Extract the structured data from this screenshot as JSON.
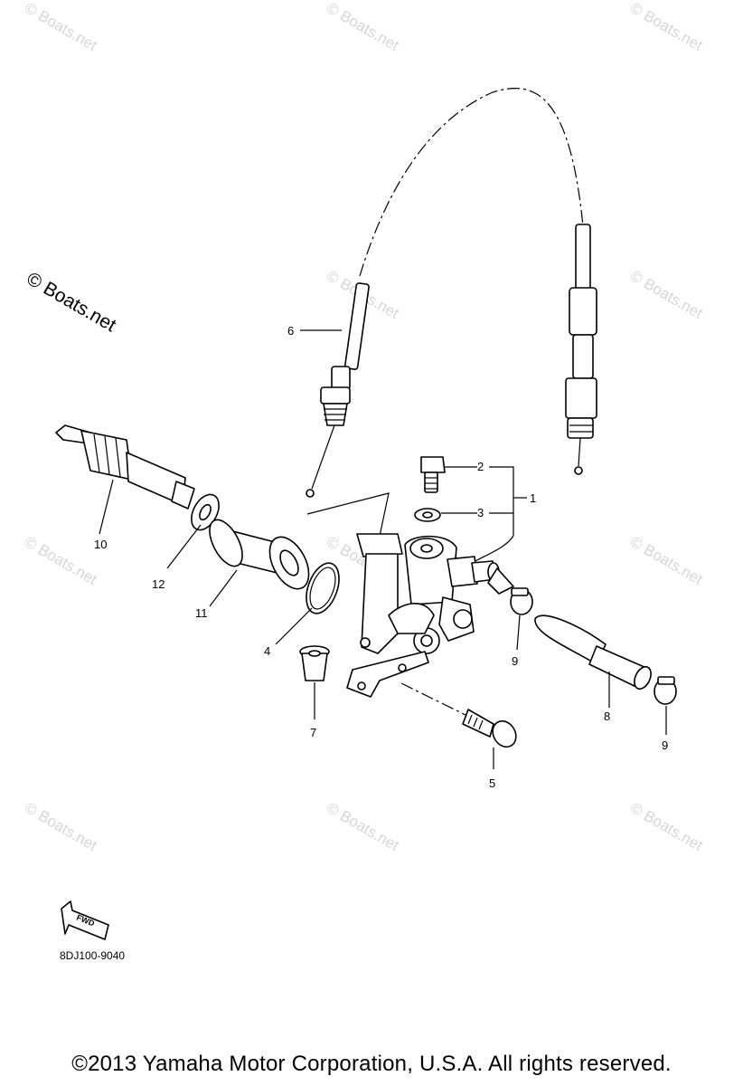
{
  "watermark": {
    "text": "© Boats.net"
  },
  "callouts": {
    "c1": "1",
    "c2": "2",
    "c3": "3",
    "c4": "4",
    "c5": "5",
    "c6": "6",
    "c7": "7",
    "c8": "8",
    "c9a": "9",
    "c9b": "9",
    "c10": "10",
    "c11": "11",
    "c12": "12"
  },
  "fwd_label": "FWD",
  "part_code": "8DJ100-9040",
  "copyright": "©2013 Yamaha Motor Corporation, U.S.A. All rights reserved."
}
